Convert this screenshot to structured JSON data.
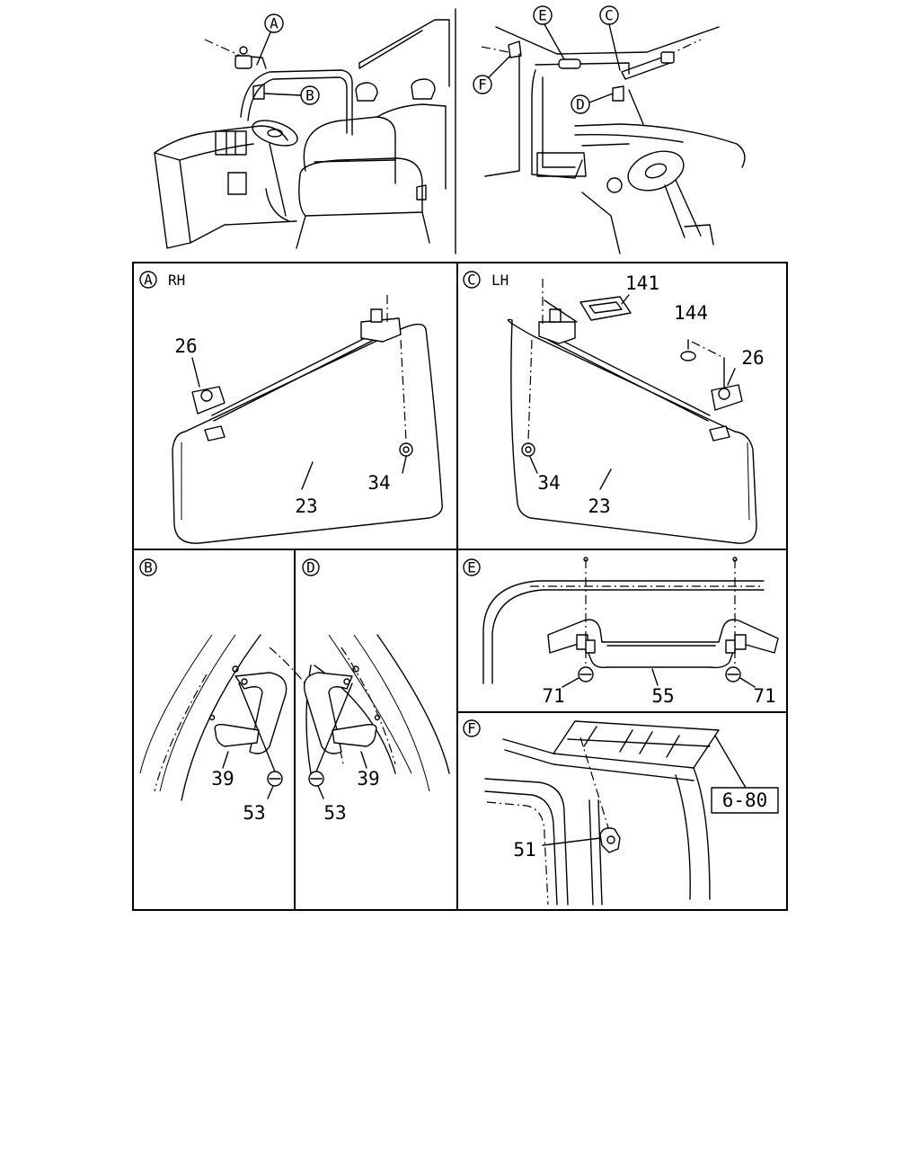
{
  "callouts": {
    "A": "A",
    "B": "B",
    "C": "C",
    "D": "D",
    "E": "E",
    "F": "F"
  },
  "panels": {
    "a": {
      "tag": "A",
      "side": "RH",
      "parts": {
        "visor_clip": "26",
        "visor_screw": "34",
        "visor": "23"
      }
    },
    "c": {
      "tag": "C",
      "side": "LH",
      "parts": {
        "bracket": "141",
        "cap": "144",
        "visor_clip": "26",
        "visor_screw": "34",
        "visor": "23"
      }
    },
    "b": {
      "tag": "B",
      "parts": {
        "grip": "39",
        "screw": "53"
      }
    },
    "d": {
      "tag": "D",
      "parts": {
        "grip": "39",
        "screw": "53"
      }
    },
    "e": {
      "tag": "E",
      "parts": {
        "screw_left": "71",
        "handle": "55",
        "screw_right": "71"
      }
    },
    "f": {
      "tag": "F",
      "parts": {
        "clip": "51",
        "ref_page": "6-80"
      }
    }
  }
}
